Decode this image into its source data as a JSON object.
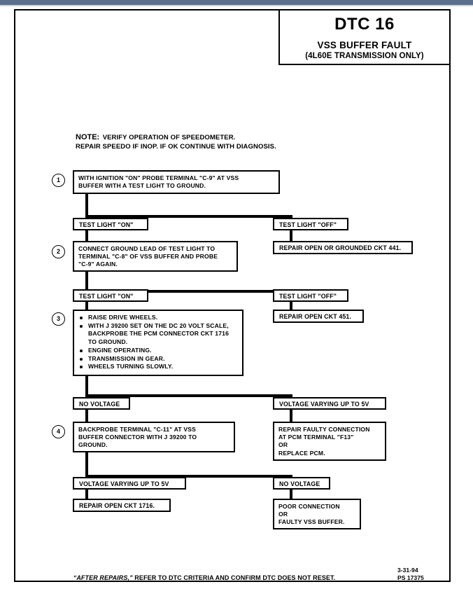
{
  "header": {
    "dtc": "DTC 16",
    "fault": "VSS BUFFER FAULT",
    "subtitle": "(4L60E TRANSMISSION ONLY)"
  },
  "note": {
    "lead": "NOTE:",
    "line1": "VERIFY OPERATION OF SPEEDOMETER.",
    "line2": "REPAIR SPEEDO IF INOP.  IF OK CONTINUE WITH DIAGNOSIS."
  },
  "steps": {
    "one": {
      "number": "1",
      "line1": "WITH IGNITION \"ON\" PROBE TERMINAL \"C-9\" AT VSS",
      "line2": "BUFFER WITH A TEST LIGHT TO GROUND."
    },
    "two": {
      "number": "2",
      "line1": "CONNECT GROUND LEAD OF TEST LIGHT TO",
      "line2": "TERMINAL \"C-8\" OF VSS BUFFER AND PROBE",
      "line3": "\"C-9\" AGAIN."
    },
    "three": {
      "number": "3",
      "bullets": [
        "RAISE DRIVE WHEELS.",
        "WITH J 39200 SET ON THE DC 20 VOLT SCALE, BACKPROBE THE PCM CONNECTOR CKT 1716 TO GROUND.",
        "ENGINE OPERATING.",
        "TRANSMISSION IN GEAR.",
        "WHEELS TURNING SLOWLY."
      ]
    },
    "four": {
      "number": "4",
      "line1": "BACKPROBE TERMINAL \"C-11\" AT VSS",
      "line2": "BUFFER CONNECTOR WITH J 39200 TO",
      "line3": "GROUND."
    }
  },
  "labels": {
    "test_light_on_1": "TEST LIGHT \"ON\"",
    "test_light_off_1": "TEST LIGHT \"OFF\"",
    "test_light_on_2": "TEST LIGHT \"ON\"",
    "test_light_off_2": "TEST LIGHT \"OFF\"",
    "no_voltage_1": "NO VOLTAGE",
    "voltage_varying_1": "VOLTAGE VARYING UP TO 5V",
    "voltage_varying_2": "VOLTAGE VARYING UP TO 5V",
    "no_voltage_2": "NO VOLTAGE"
  },
  "results": {
    "repair_441": "REPAIR OPEN OR GROUNDED CKT 441.",
    "repair_451": "REPAIR OPEN CKT 451.",
    "repair_pcm": {
      "line1": "REPAIR FAULTY CONNECTION",
      "line2": "AT PCM TERMINAL \"F13\"",
      "line3": "OR",
      "line4": "REPLACE PCM."
    },
    "repair_1716": "REPAIR OPEN CKT 1716.",
    "poor_connection": {
      "line1": "POOR CONNECTION",
      "line2": "OR",
      "line3": "FAULTY VSS BUFFER."
    }
  },
  "footer": {
    "emphasis": "“AFTER REPAIRS,”",
    "rest": " REFER TO DTC CRITERIA AND CONFIRM DTC DOES NOT RESET.",
    "date": "3-31-94",
    "code": "PS 17375"
  }
}
